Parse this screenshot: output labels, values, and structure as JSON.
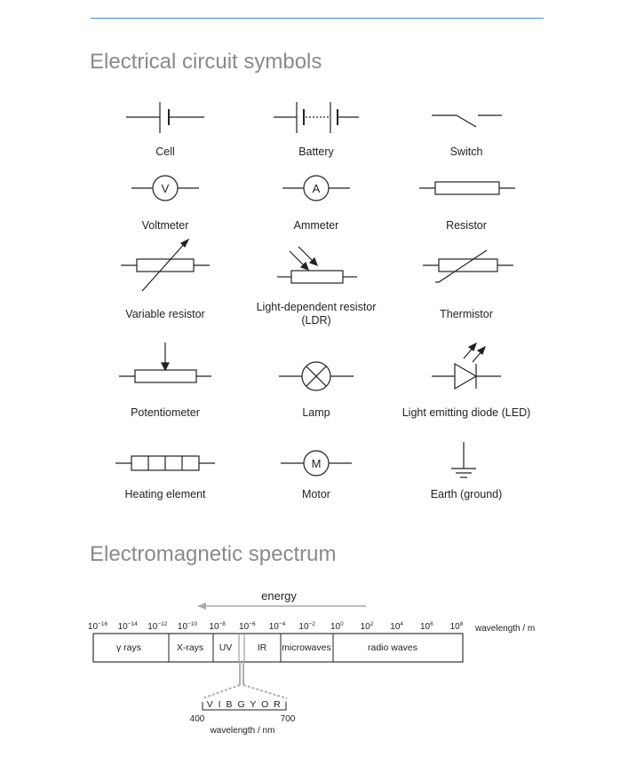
{
  "circuit_section": {
    "title": "Electrical circuit symbols",
    "symbols": [
      {
        "label": "Cell"
      },
      {
        "label": "Battery"
      },
      {
        "label": "Switch"
      },
      {
        "label": "Voltmeter",
        "glyph": "V"
      },
      {
        "label": "Ammeter",
        "glyph": "A"
      },
      {
        "label": "Resistor"
      },
      {
        "label": "Variable resistor"
      },
      {
        "label_line1": "Light-dependent resistor",
        "label_line2": "(LDR)"
      },
      {
        "label": "Thermistor"
      },
      {
        "label": "Potentiometer"
      },
      {
        "label": "Lamp"
      },
      {
        "label": "Light emitting diode (LED)"
      },
      {
        "label": "Heating element"
      },
      {
        "label": "Motor",
        "glyph": "M"
      },
      {
        "label": "Earth (ground)"
      }
    ]
  },
  "spectrum_section": {
    "title": "Electromagnetic spectrum",
    "energy_label": "energy",
    "wavelength_axis_label": "wavelength / m",
    "ticks": [
      {
        "base": "10",
        "exp": "−16"
      },
      {
        "base": "10",
        "exp": "−14"
      },
      {
        "base": "10",
        "exp": "−12"
      },
      {
        "base": "10",
        "exp": "−10"
      },
      {
        "base": "10",
        "exp": "−8"
      },
      {
        "base": "10",
        "exp": "−6"
      },
      {
        "base": "10",
        "exp": "−4"
      },
      {
        "base": "10",
        "exp": "−2"
      },
      {
        "base": "10",
        "exp": "0"
      },
      {
        "base": "10",
        "exp": "2"
      },
      {
        "base": "10",
        "exp": "4"
      },
      {
        "base": "10",
        "exp": "6"
      },
      {
        "base": "10",
        "exp": "8"
      }
    ],
    "bands": [
      "γ rays",
      "X-rays",
      "UV",
      "IR",
      "microwaves",
      "radio waves"
    ],
    "visible": {
      "colors": "V I B G Y O R",
      "min": "400",
      "max": "700",
      "unit_label": "wavelength / nm"
    }
  }
}
